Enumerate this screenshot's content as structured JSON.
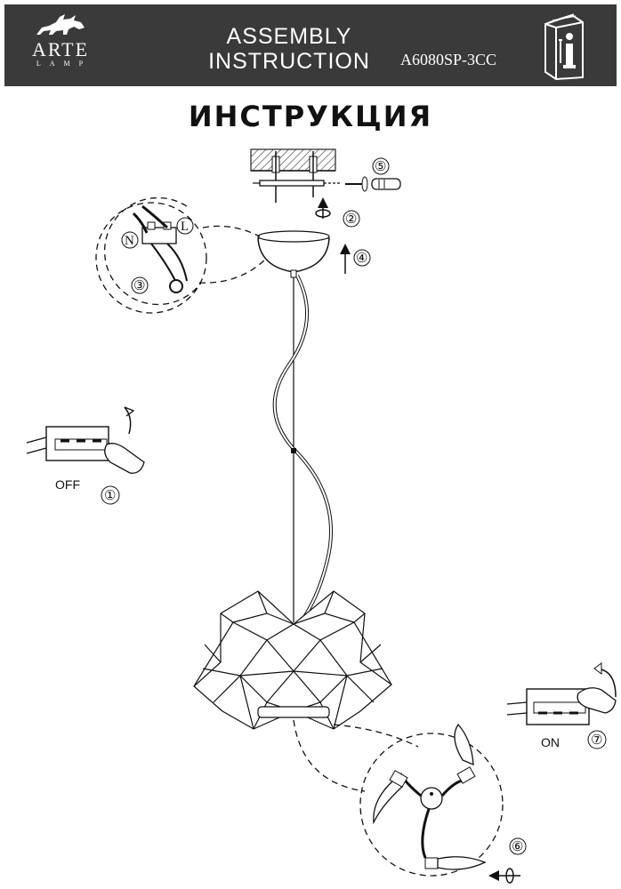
{
  "header": {
    "brand_name": "ARTE",
    "brand_sub": "LAMP",
    "title_line1": "ASSEMBLY",
    "title_line2": "INSTRUCTION",
    "model": "A6080SP-3CC",
    "info_icon": "instruction-book-info-icon",
    "background": "#3a3a3a"
  },
  "title": "ИНСТРУКЦИЯ",
  "labels": {
    "off": "OFF",
    "on": "ON",
    "wire_n": "N",
    "wire_l": "L"
  },
  "steps": {
    "s1": "①",
    "s2": "②",
    "s3": "③",
    "s4": "④",
    "s5": "⑤",
    "s6": "⑥",
    "s7": "⑦"
  }
}
